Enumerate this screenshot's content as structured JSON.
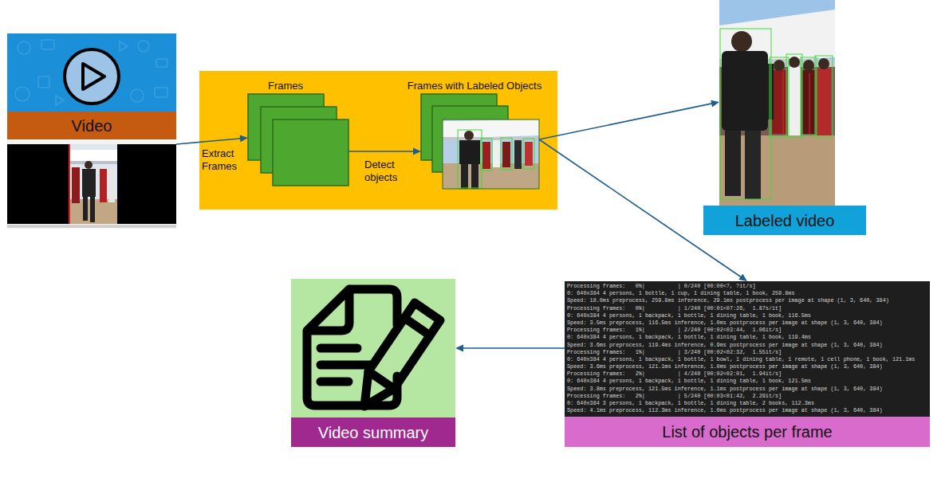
{
  "diagram": {
    "nodes": [
      {
        "text": [
          "Video"
        ]
      },
      {
        "text": [
          "Frames"
        ]
      },
      {
        "text": [
          "Frames with Labeled Objects"
        ]
      },
      {
        "text": [
          "Labeled video"
        ]
      },
      {
        "text": [
          "List of objects per frame"
        ]
      },
      {
        "text": [
          "Video summary"
        ]
      }
    ],
    "edges": [
      {
        "from": 0,
        "to": 1,
        "arrow": "to",
        "label": "Extract Frames"
      },
      {
        "from": 1,
        "to": 2,
        "arrow": "to",
        "label": "Detect objects"
      },
      {
        "from": 2,
        "to": 3,
        "arrow": "to"
      },
      {
        "from": 2,
        "to": 4,
        "arrow": "to"
      },
      {
        "from": 4,
        "to": 5,
        "arrow": "to"
      }
    ],
    "labels": [
      "Processing frames:   0%|          | 0/240 [00:00<?, ?it/s]",
      "0: 640x384 4 persons, 1 bottle, 1 cup, 1 dining table, 1 book, 259.8ms",
      "Speed: 18.0ms preprocess, 259.8ms inference, 29.1ms postprocess per image at shape (1, 3, 640, 384)",
      "Processing frames:   0%|          | 1/240 [00:01<07:26,  1.87s/it]",
      "0: 640x384 4 persons, 1 backpack, 1 bottle, 1 dining table, 1 book, 116.5ms",
      "Speed: 3.5ms preprocess, 116.5ms inference, 1.0ms postprocess per image at shape (1, 3, 640, 384)",
      "Processing frames:   1%|          | 2/240 [00:02<03:44,  1.06it/s]",
      "0: 640x384 4 persons, 1 backpack, 1 bottle, 1 dining table, 1 book, 119.4ms",
      "Speed: 3.6ms preprocess, 119.4ms inference, 0.9ms postprocess per image at shape (1, 3, 640, 384)",
      "Processing frames:   1%|          | 3/240 [00:02<02:32,  1.55it/s]",
      "0: 640x384 4 persons, 1 backpack, 1 bottle, 1 bowl, 1 dining table, 1 remote, 1 cell phone, 1 book, 121.1ms",
      "Speed: 3.6ms preprocess, 121.1ms inference, 1.0ms postprocess per image at shape (1, 3, 640, 384)",
      "Processing frames:   2%|          | 4/240 [00:02<02:01,  1.94it/s]",
      "0: 640x384 4 persons, 1 backpack, 1 bottle, 1 dining table, 1 book, 121.5ms",
      "Speed: 3.8ms preprocess, 121.5ms inference, 1.1ms postprocess per image at shape (1, 3, 640, 384)",
      "Processing frames:   2%|          | 5/240 [00:03<01:42,  2.29it/s]",
      "0: 640x384 3 persons, 1 backpack, 1 bottle, 1 dining table, 2 books, 112.3ms",
      "Speed: 4.1ms preprocess, 112.3ms inference, 1.0ms postprocess per image at shape (1, 3, 640, 384)"
    ]
  }
}
